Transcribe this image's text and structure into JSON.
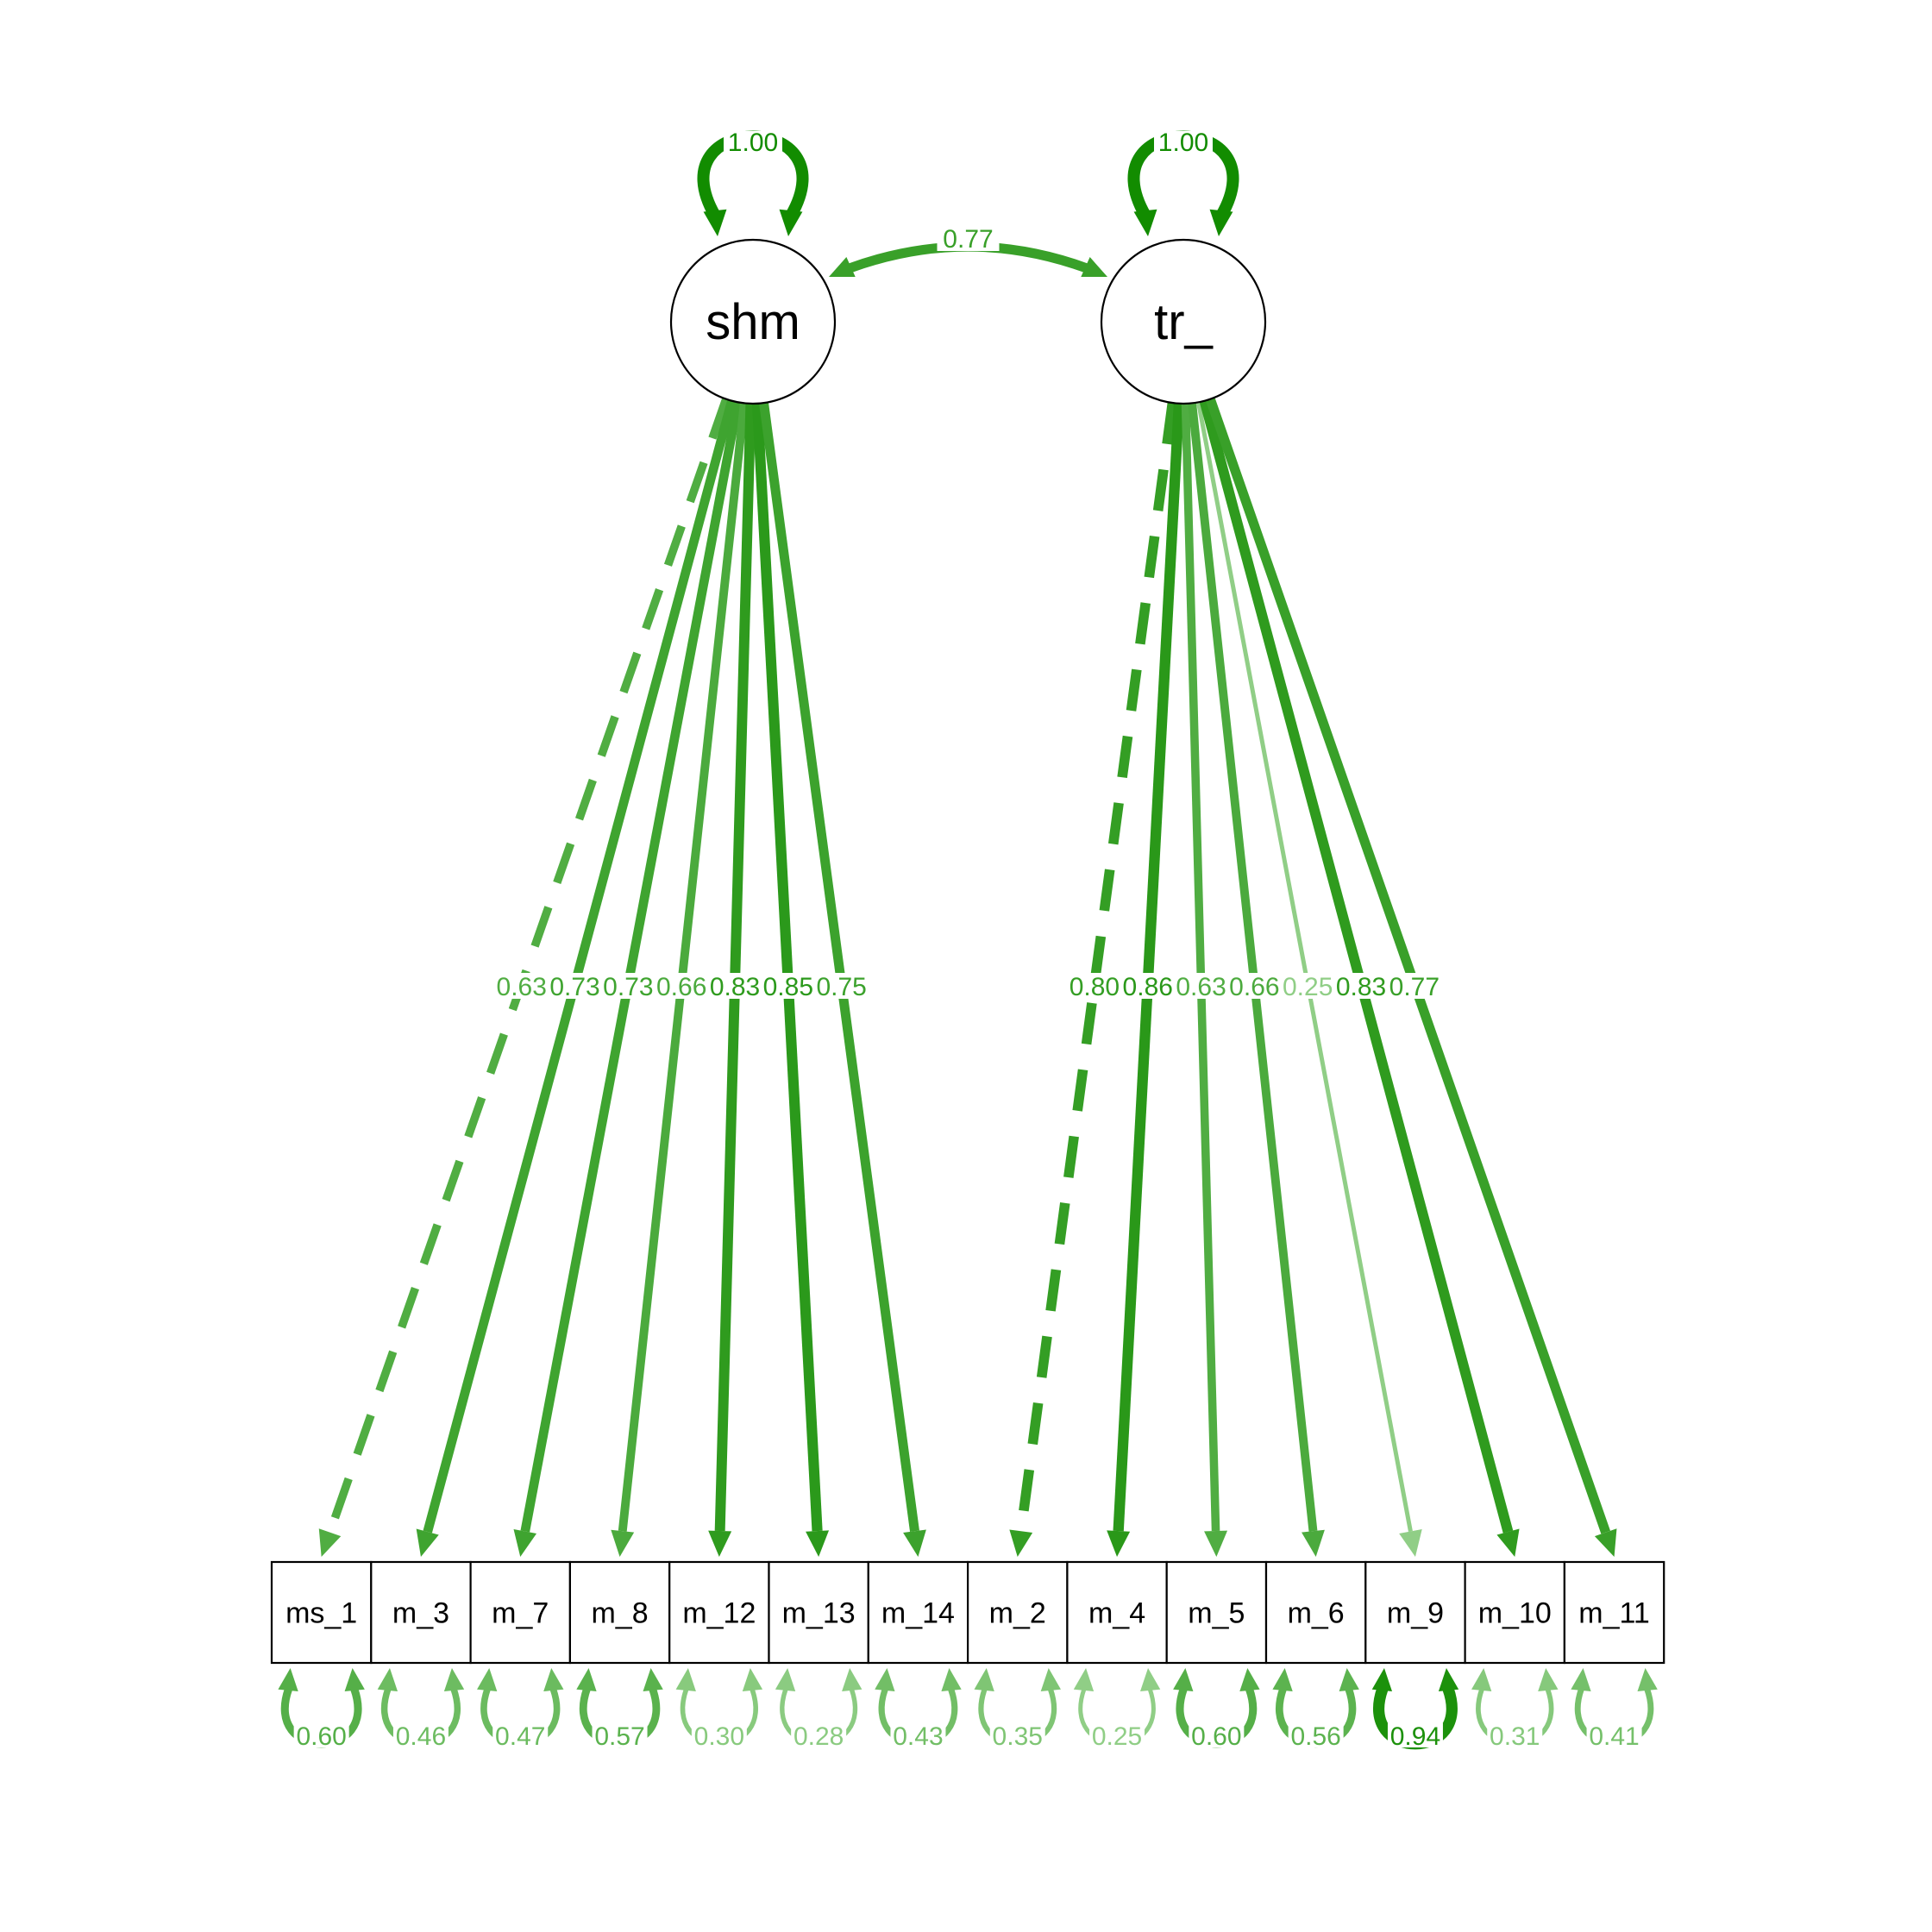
{
  "latents": [
    {
      "id": "shm",
      "label": "shm",
      "variance": "1.00"
    },
    {
      "id": "tr",
      "label": "tr_",
      "variance": "1.00"
    }
  ],
  "covariance": {
    "label": "0.77"
  },
  "manifests": [
    {
      "label": "ms_1",
      "factor": "shm",
      "loading": "0.63",
      "dashed": true,
      "residual": "0.60"
    },
    {
      "label": "m_3",
      "factor": "shm",
      "loading": "0.73",
      "dashed": false,
      "residual": "0.46"
    },
    {
      "label": "m_7",
      "factor": "shm",
      "loading": "0.73",
      "dashed": false,
      "residual": "0.47"
    },
    {
      "label": "m_8",
      "factor": "shm",
      "loading": "0.66",
      "dashed": false,
      "residual": "0.57"
    },
    {
      "label": "m_12",
      "factor": "shm",
      "loading": "0.83",
      "dashed": false,
      "residual": "0.30"
    },
    {
      "label": "m_13",
      "factor": "shm",
      "loading": "0.85",
      "dashed": false,
      "residual": "0.28"
    },
    {
      "label": "m_14",
      "factor": "shm",
      "loading": "0.75",
      "dashed": false,
      "residual": "0.43"
    },
    {
      "label": "m_2",
      "factor": "tr",
      "loading": "0.80",
      "dashed": true,
      "residual": "0.35"
    },
    {
      "label": "m_4",
      "factor": "tr",
      "loading": "0.86",
      "dashed": false,
      "residual": "0.25"
    },
    {
      "label": "m_5",
      "factor": "tr",
      "loading": "0.63",
      "dashed": false,
      "residual": "0.60"
    },
    {
      "label": "m_6",
      "factor": "tr",
      "loading": "0.66",
      "dashed": false,
      "residual": "0.56"
    },
    {
      "label": "m_9",
      "factor": "tr",
      "loading": "0.25",
      "dashed": false,
      "residual": "0.94"
    },
    {
      "label": "m_10",
      "factor": "tr",
      "loading": "0.83",
      "dashed": false,
      "residual": "0.31"
    },
    {
      "label": "m_11",
      "factor": "tr",
      "loading": "0.77",
      "dashed": false,
      "residual": "0.41"
    }
  ]
}
